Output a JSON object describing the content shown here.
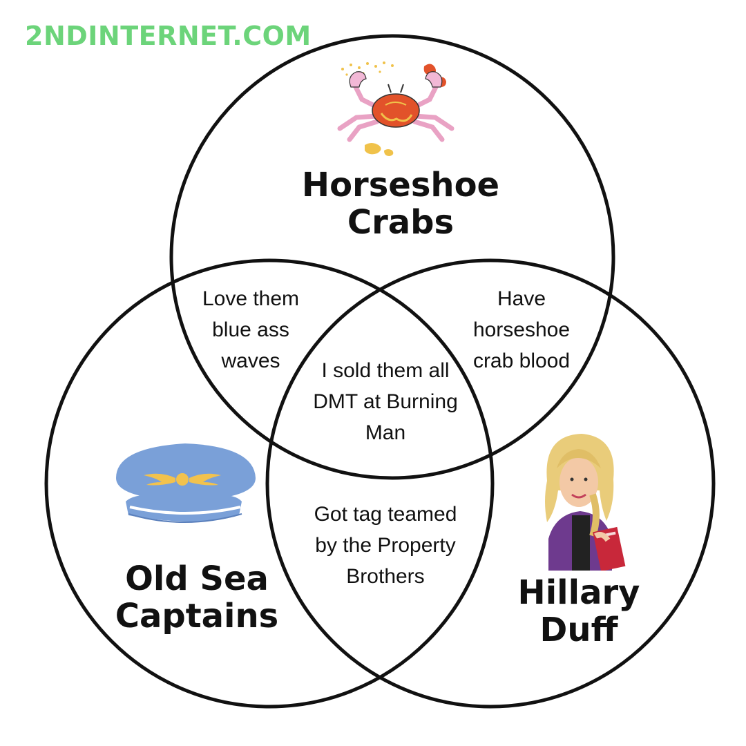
{
  "watermark": "2NDINTERNET.COM",
  "circles": {
    "top": {
      "title": "Horseshoe Crabs",
      "icon": "crab-illustration"
    },
    "left": {
      "title": "Old Sea Captains",
      "icon": "captain-hat-illustration"
    },
    "right": {
      "title": "Hillary Duff",
      "icon": "hillary-duff-portrait"
    }
  },
  "regions": {
    "top_left": "Love them blue ass waves",
    "top_right": "Have horseshoe crab blood",
    "center": "I sold them all DMT at Burning Man",
    "bottom": "Got tag teamed by the Property Brothers"
  },
  "colors": {
    "watermark": "#6cd47a",
    "outline": "#111111",
    "crab_shell": "#e2522a",
    "crab_legs": "#f2b8d6",
    "hat": "#7aa0d8",
    "hat_emblem": "#f2c24e"
  }
}
